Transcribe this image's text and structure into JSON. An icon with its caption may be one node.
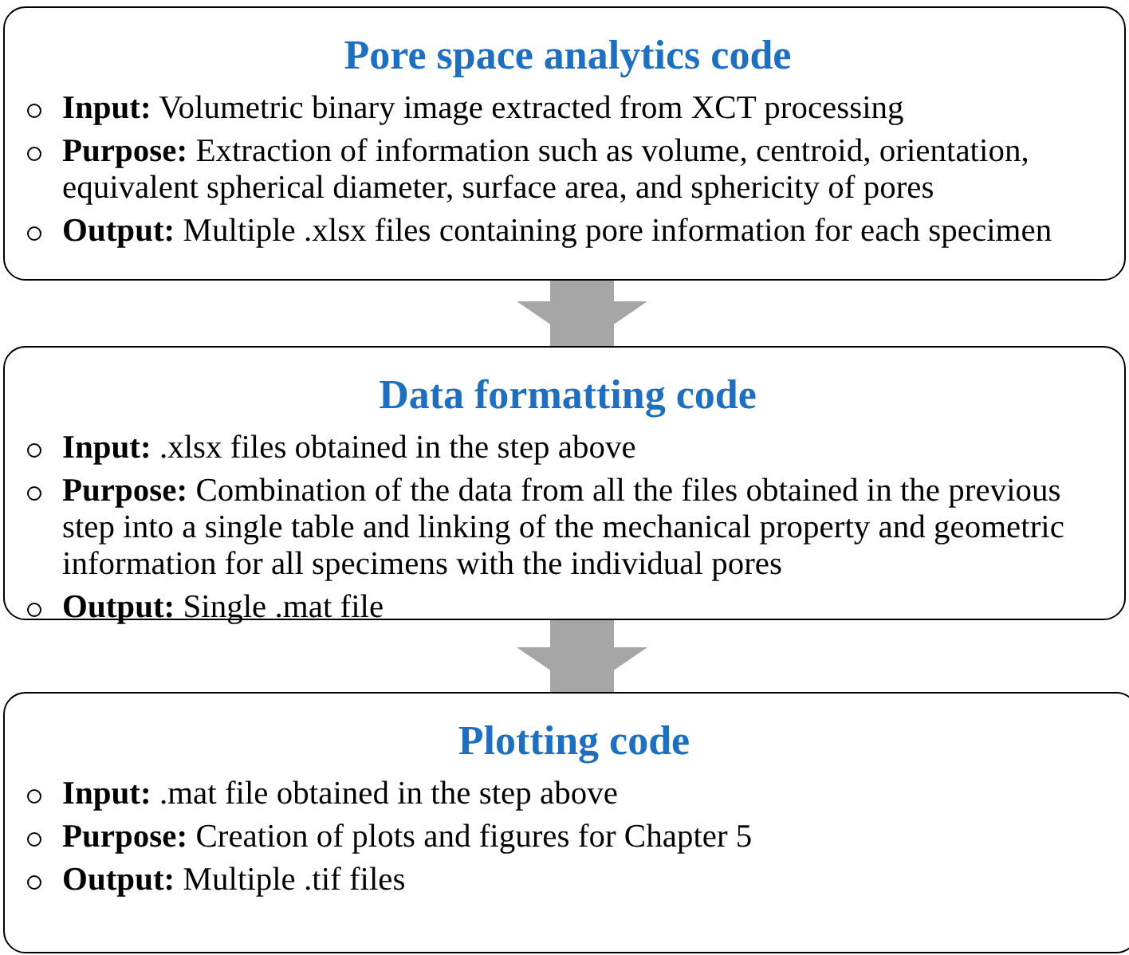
{
  "diagram": {
    "nodes": [
      {
        "text": [
          "Pore space analytics code",
          "**Input:** Volumetric binary image extracted from XCT processing",
          "**Purpose:** Extraction of information such as volume, centroid, orientation, equivalent spherical diameter, surface area, and sphericity of pores",
          "**Output:** Multiple .xlsx files containing pore information for each specimen"
        ]
      },
      {
        "text": [
          "Data formatting code",
          "**Input:** .xlsx files obtained in the step above",
          "**Purpose:** Combination of the data from all the files obtained in the previous step into a single table and linking of the mechanical property and geometric information for all specimens with the individual pores",
          "**Output:** Single .mat file"
        ]
      },
      {
        "text": [
          "Plotting code",
          "**Input:** .mat file obtained in the step above",
          "**Purpose:** Creation of plots and figures for Chapter 5",
          "**Output:** Multiple .tif files"
        ]
      }
    ],
    "edges": [
      {
        "from": 0,
        "to": 1,
        "arrow": "to"
      },
      {
        "from": 1,
        "to": 2,
        "arrow": "to"
      }
    ]
  }
}
